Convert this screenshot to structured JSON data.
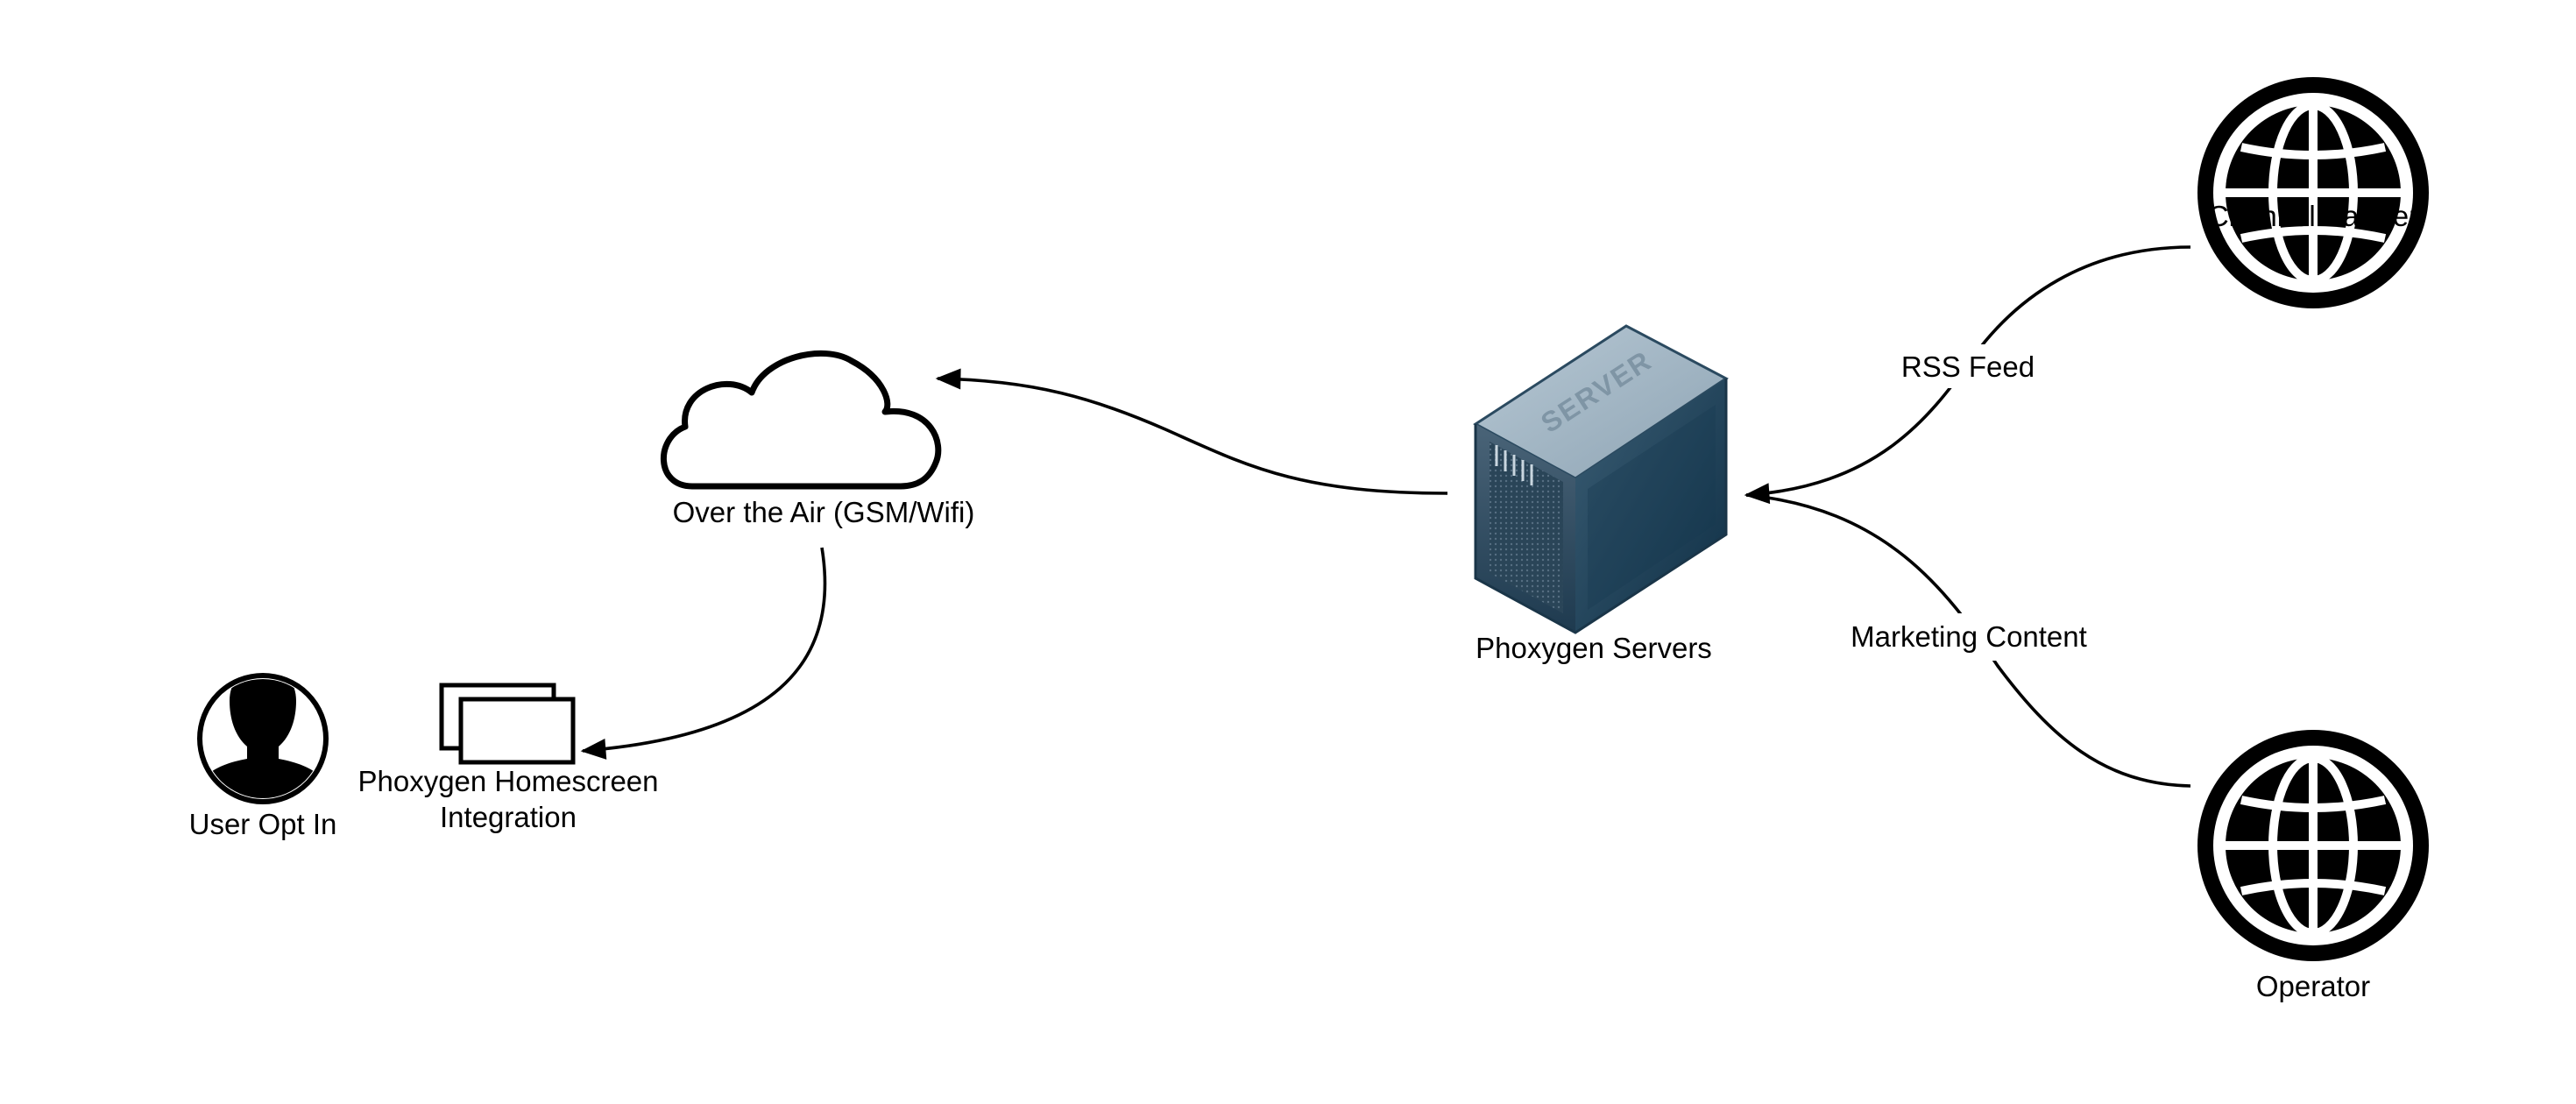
{
  "nodes": {
    "user": {
      "label": "User Opt In",
      "icon": "user-avatar-icon"
    },
    "homescreen": {
      "label_lines": [
        "Phoxygen Homescreen",
        "Integration"
      ],
      "icon": "stacked-windows-icon"
    },
    "cloud": {
      "label": "Over the Air (GSM/Wifi)",
      "icon": "cloud-icon"
    },
    "server": {
      "label": "Phoxygen Servers",
      "icon": "server-icon",
      "device_text": "SERVER"
    },
    "source_top": {
      "label": "Channel Partner",
      "icon": "globe-icon"
    },
    "operator": {
      "label": "Operator",
      "icon": "globe-icon"
    }
  },
  "edges": {
    "rss": {
      "label": "RSS Feed"
    },
    "marketing": {
      "label": "Marketing Content"
    }
  },
  "colors": {
    "line": "#000000",
    "server_top": "#9fb3c2",
    "server_front": "#2b4a60",
    "server_side": "#1f3d52"
  }
}
